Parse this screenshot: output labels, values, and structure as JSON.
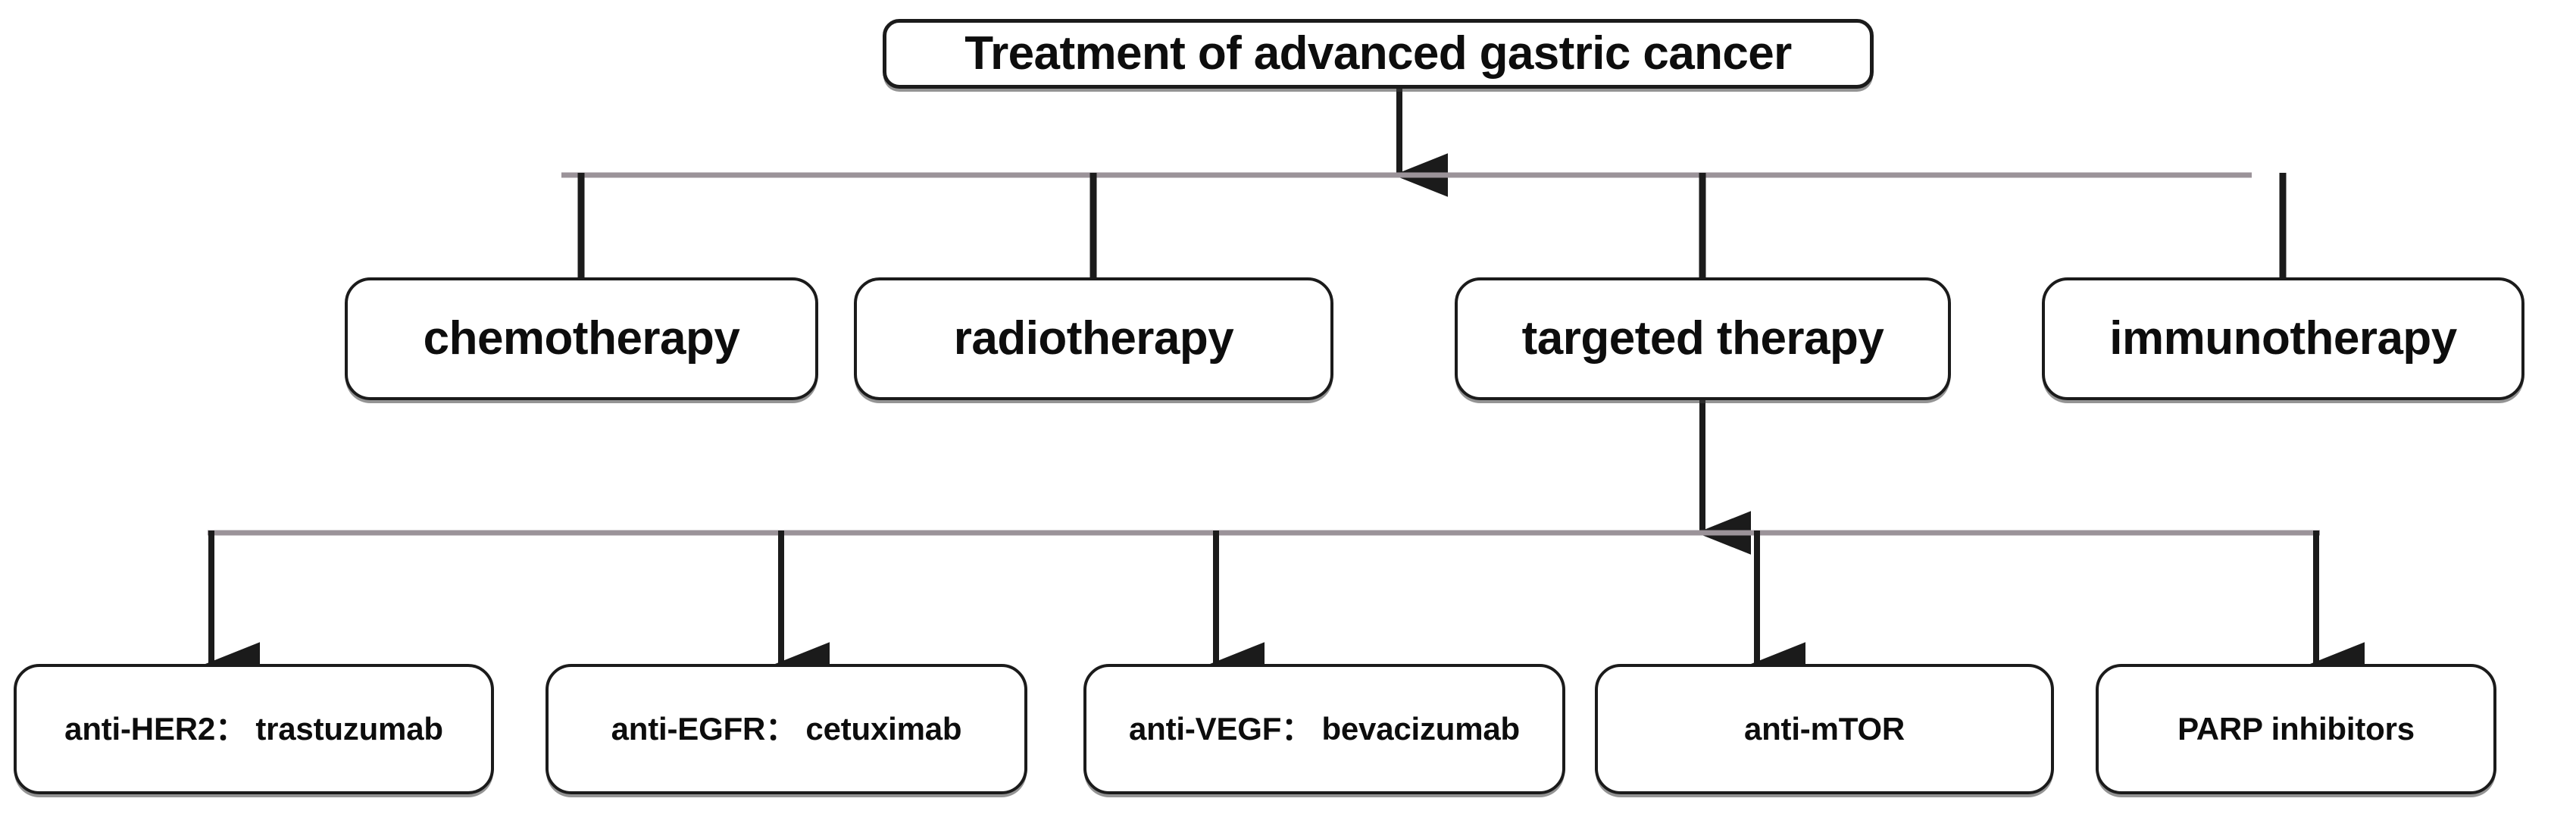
{
  "diagram": {
    "title": "Treatment of advanced gastric cancer",
    "type": "flowchart-tree",
    "orientation": "top-down",
    "background_color": "#ffffff",
    "line_color": "#1b1b1b",
    "box_border_color": "#1b1b1b",
    "text_color": "#0d0d0d"
  },
  "root": {
    "label": "Treatment of advanced gastric cancer"
  },
  "level2": [
    {
      "label": "chemotherapy"
    },
    {
      "label": "radiotherapy"
    },
    {
      "label": "targeted therapy"
    },
    {
      "label": "immunotherapy"
    }
  ],
  "level3": [
    {
      "label": "anti-HER2： trastuzumab",
      "target": "anti-HER2",
      "drug": "trastuzumab"
    },
    {
      "label": "anti-EGFR： cetuximab",
      "target": "anti-EGFR",
      "drug": "cetuximab"
    },
    {
      "label": "anti-VEGF： bevacizumab",
      "target": "anti-VEGF",
      "drug": "bevacizumab"
    },
    {
      "label": "anti-mTOR",
      "target": "anti-mTOR",
      "drug": ""
    },
    {
      "label": "PARP inhibitors",
      "target": "PARP inhibitors",
      "drug": ""
    }
  ],
  "edges": {
    "root_to_level2": [
      "chemotherapy",
      "radiotherapy",
      "targeted therapy",
      "immunotherapy"
    ],
    "targeted_therapy_to_level3": [
      "anti-HER2： trastuzumab",
      "anti-EGFR： cetuximab",
      "anti-VEGF： bevacizumab",
      "anti-mTOR",
      "PARP inhibitors"
    ]
  }
}
